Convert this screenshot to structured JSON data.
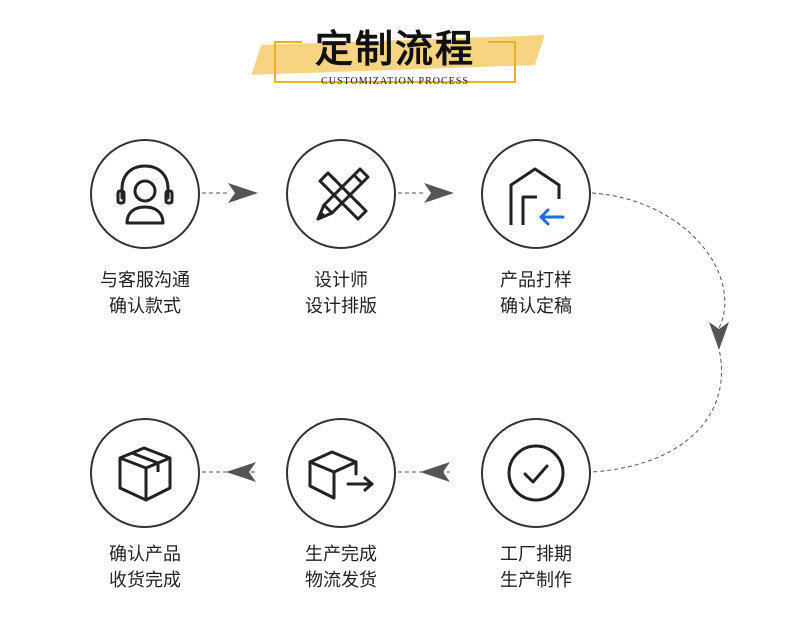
{
  "header": {
    "title": "定制流程",
    "subtitle": "CUSTOMIZATION PROCESS"
  },
  "steps": [
    {
      "icon": "customer-service-icon",
      "line1": "与客服沟通",
      "line2": "确认款式"
    },
    {
      "icon": "pencil-ruler-icon",
      "line1": "设计师",
      "line2": "设计排版"
    },
    {
      "icon": "warehouse-icon",
      "line1": "产品打样",
      "line2": "确认定稿"
    },
    {
      "icon": "checkmark-icon",
      "line1": "工厂排期",
      "line2": "生产制作"
    },
    {
      "icon": "box-arrow-icon",
      "line1": "生产完成",
      "line2": "物流发货"
    },
    {
      "icon": "box-icon",
      "line1": "确认产品",
      "line2": "收货完成"
    }
  ],
  "colors": {
    "accent": "#e7b12a",
    "highlight": "#f6d27a",
    "arrow_blue": "#1a6fe0",
    "stroke": "#333333"
  }
}
